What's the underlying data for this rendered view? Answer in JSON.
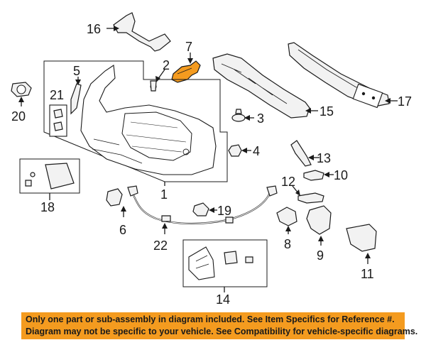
{
  "callouts": {
    "c1": "1",
    "c2": "2",
    "c3": "3",
    "c4": "4",
    "c5": "5",
    "c6": "6",
    "c7": "7",
    "c8": "8",
    "c9": "9",
    "c10": "10",
    "c11": "11",
    "c12": "12",
    "c13": "13",
    "c14": "14",
    "c15": "15",
    "c16": "16",
    "c17": "17",
    "c18": "18",
    "c19": "19",
    "c20": "20",
    "c21": "21",
    "c22": "22"
  },
  "highlight_color": "#f49b1f",
  "notice": {
    "line1": "Only one part or sub-assembly in diagram included. See Item Specifics for Reference #.",
    "line2": "Diagram may not be specific to your vehicle. See Compatibility for vehicle-specific diagrams."
  }
}
